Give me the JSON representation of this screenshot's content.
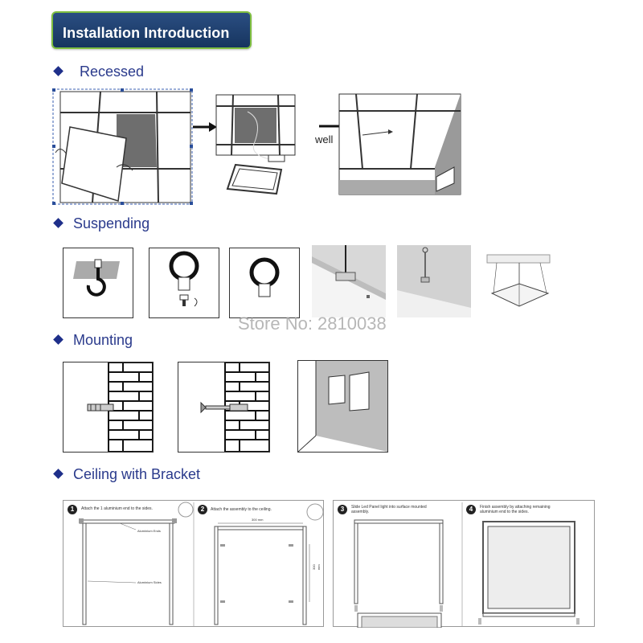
{
  "header": {
    "title": "Installation Introduction"
  },
  "sections": {
    "recessed": "Recessed",
    "suspending": "Suspending",
    "mounting": "Mounting",
    "ceiling_bracket": "Ceiling with Bracket"
  },
  "recessed": {
    "well_label": "well"
  },
  "watermark": "Store No: 2810038",
  "bracket_steps": [
    {
      "num": "1",
      "text": "Attach the 1 aluminium end to the sides.",
      "label_a": "Aluminium Ends",
      "label_b": "Aluminium Sides"
    },
    {
      "num": "2",
      "text": "Attach the assembly to the ceiling.",
      "dim_top": "300 mm",
      "dim_side": "300 mm"
    },
    {
      "num": "3",
      "text": "Slide Led Panel light into surface mounted assembly."
    },
    {
      "num": "4",
      "text": "Finish assembly by attaching remaining aluminium end to the sides."
    }
  ],
  "colors": {
    "title_bg": "#1f3f70",
    "title_border": "#7fbf40",
    "section_text": "#2a3a8c",
    "diamond": "#1e2f8a"
  }
}
